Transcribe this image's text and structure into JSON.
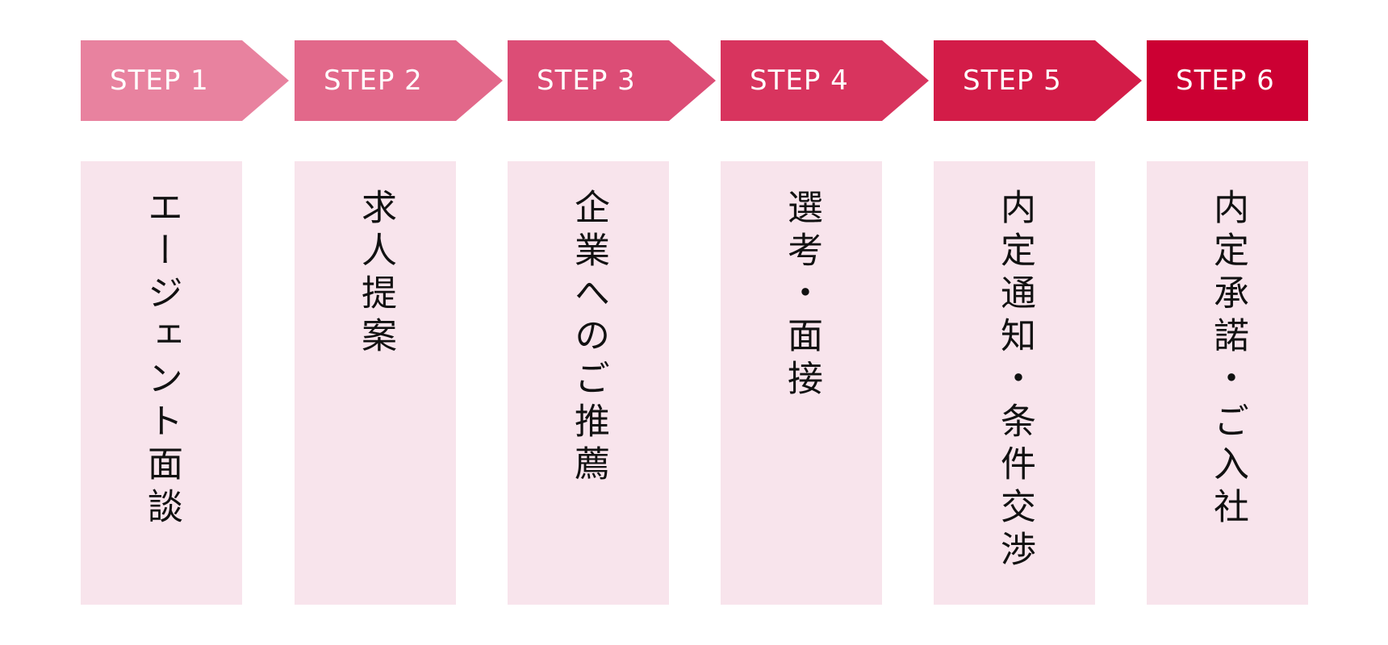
{
  "steps": [
    {
      "label": "STEP 1",
      "text": "エージェント面談",
      "color": "#e8829f"
    },
    {
      "label": "STEP 2",
      "text": "求人提案",
      "color": "#e2688a"
    },
    {
      "label": "STEP 3",
      "text": "企業へのご推薦",
      "color": "#dc4d76"
    },
    {
      "label": "STEP 4",
      "text": "選考・面接",
      "color": "#d8345e"
    },
    {
      "label": "STEP 5",
      "text": "内定通知・条件交渉",
      "color": "#d31c48"
    },
    {
      "label": "STEP 6",
      "text": "内定承諾・ご入社",
      "color": "#cc0033"
    }
  ],
  "panel_color": "#f8e4ec"
}
